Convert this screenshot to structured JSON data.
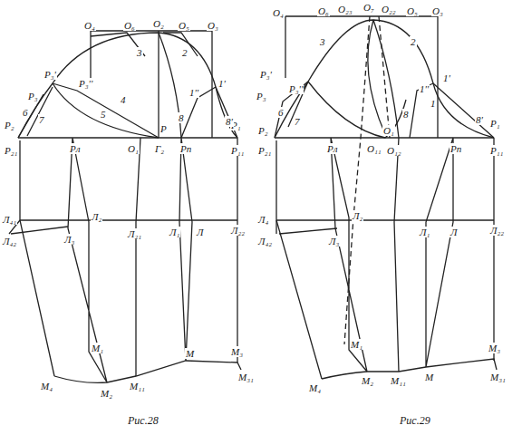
{
  "diagram": {
    "labels": [
      "О₄",
      "О₆",
      "О₂",
      "О₅",
      "О₃",
      "3",
      "2",
      "Р₃'",
      "Р₃''",
      "Р₃",
      "4",
      "5",
      "6",
      "7",
      "Р₂",
      "Р₂₁",
      "Рл",
      "О₁",
      "Г₂",
      "Рп",
      "Р₁",
      "Р₁₁",
      "1''",
      "1'",
      "8'",
      "8",
      "Р",
      "Л₄₁",
      "Л₄₂",
      "Л₂",
      "Л₃",
      "Л₂₁",
      "Л₁",
      "Л",
      "Л₂₂",
      "М₁",
      "М₂",
      "М₁₁",
      "М",
      "М₃",
      "М₃₁",
      "М₄",
      "Рис.28",
      "О₄",
      "О₆",
      "О₂₃",
      "О₇",
      "О₂₂",
      "О₅",
      "О₃",
      "3",
      "2",
      "Р₃'",
      "Р₃''",
      "Р₃",
      "6",
      "7",
      "Р₂",
      "Р₂₁",
      "Рл",
      "О₁₁",
      "О₁₂",
      "О₁",
      "Рп",
      "Р₁",
      "Р₁₁",
      "8",
      "1''",
      "1",
      "1'",
      "8'",
      "Л₄",
      "Л₂",
      "Л₄₂",
      "Л₃",
      "Л₁",
      "Л",
      "Л₂₂",
      "М₁",
      "М₂",
      "М₁₁",
      "М",
      "М₃",
      "М₃₁",
      "М₄",
      "Рис.29"
    ]
  }
}
